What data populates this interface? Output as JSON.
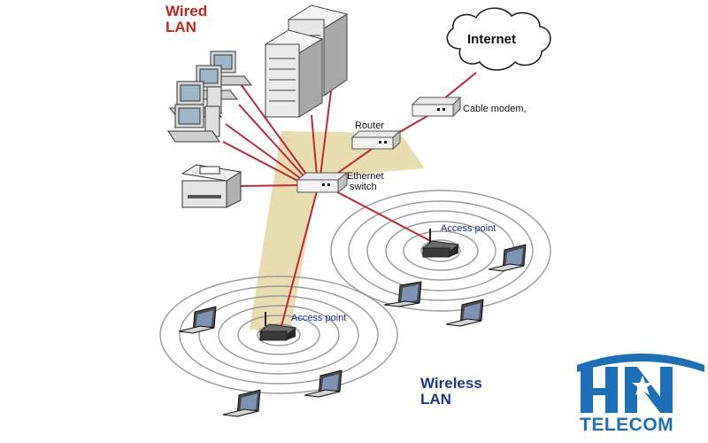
{
  "labels": {
    "wired_title_line1": "Wired",
    "wired_title_line2": "LAN",
    "internet": "Internet",
    "cable_modem": "Cable modem,",
    "router": "Router",
    "switch_line1": "Ethernet",
    "switch_line2": "switch",
    "access_point_right": "Access point",
    "access_point_left": "Access point",
    "wireless_title_line1": "Wireless",
    "wireless_title_line2": "LAN"
  },
  "logo": {
    "text": "TELECOM",
    "initials": "HN",
    "color": "#1d6fb8"
  },
  "colors": {
    "link": "#c0283a",
    "beam": "#e6d9a8",
    "ring": "#9a9a9a",
    "wired_title": "#c0281e",
    "wireless_title": "#1a3a8f"
  }
}
